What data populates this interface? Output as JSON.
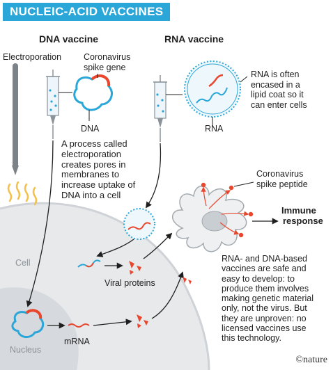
{
  "title": "NUCLEIC-ACID VACCINES",
  "columns": {
    "dna_heading": "DNA vaccine",
    "rna_heading": "RNA vaccine"
  },
  "labels": {
    "electroporation": "Electroporation",
    "spike_gene": [
      "Coronavirus",
      "spike gene"
    ],
    "dna": "DNA",
    "rna": "RNA",
    "rna_note": [
      "RNA is often",
      "encased in a",
      "lipid coat so it",
      "can enter cells"
    ],
    "electroporation_note": [
      "A process called",
      "electroporation",
      "creates pores in",
      "membranes to",
      "increase uptake of",
      "DNA into a cell"
    ],
    "spike_peptide": [
      "Coronavirus",
      "spike peptide"
    ],
    "immune_response": [
      "Immune",
      "response"
    ],
    "cell": "Cell",
    "viral_proteins": "Viral proteins",
    "mrna": "mRNA",
    "nucleus": "Nucleus",
    "summary": [
      "RNA- and DNA-based",
      "vaccines are safe and",
      "easy to develop: to",
      "produce them involves",
      "making genetic material",
      "only, not the virus. But",
      "they are unproven: no",
      "licensed vaccines use",
      "this technology."
    ],
    "credit": "©nature"
  },
  "colors": {
    "accent_blue": "#2aa7d8",
    "spike_red": "#e8472e",
    "cell_gray": "#e6e8ea",
    "nucleus_gray": "#d7dade",
    "electrode_gray": "#7b8288",
    "current_yellow": "#f2c14e"
  }
}
